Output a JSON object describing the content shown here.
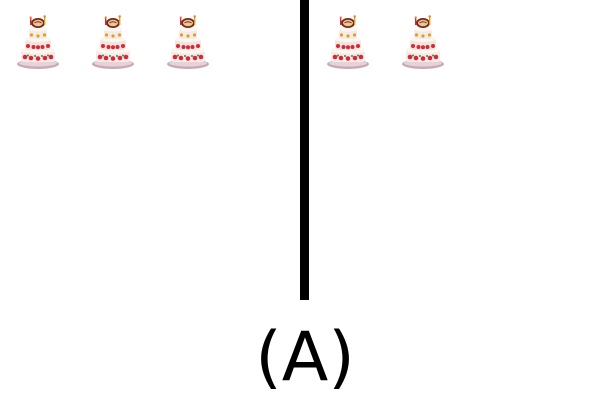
{
  "panels": [
    {
      "name": "left",
      "cake_count": 3
    },
    {
      "name": "right",
      "cake_count": 2
    }
  ],
  "item_icon": "birthday-cake-icon",
  "caption": "(A)",
  "colors": {
    "background": "#ffffff",
    "divider": "#000000",
    "cake_frosting": "#f3ece6",
    "cake_berries": "#d6283a",
    "cake_plate": "#c9a9b4",
    "cake_topper": "#7a2a14"
  }
}
